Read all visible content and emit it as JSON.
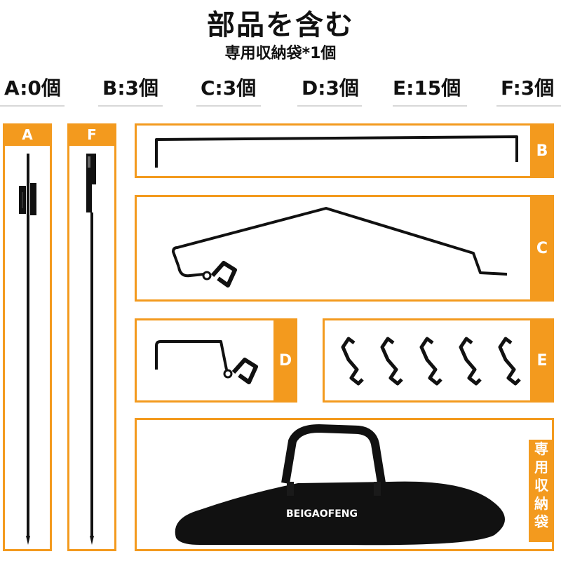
{
  "header": {
    "title": "部品を含む",
    "subtitle": "専用収納袋*1個"
  },
  "counts": [
    {
      "label": "A:0個"
    },
    {
      "label": "B:3個"
    },
    {
      "label": "C:3個"
    },
    {
      "label": "D:3個"
    },
    {
      "label": "E:15個"
    },
    {
      "label": "F:3個"
    }
  ],
  "panels": {
    "a": {
      "tag": "A",
      "icon": "stake-pole-icon"
    },
    "f": {
      "tag": "F",
      "icon": "stake-pole-connector-icon"
    },
    "b": {
      "tag": "B",
      "icon": "straight-crossbar-icon"
    },
    "c": {
      "tag": "C",
      "icon": "bent-hanger-bar-icon"
    },
    "d": {
      "tag": "D",
      "icon": "short-hook-bar-icon"
    },
    "e": {
      "tag": "E",
      "icon": "s-hook-icon"
    },
    "bag": {
      "tag": "専用収納袋",
      "tag_chars": [
        "専",
        "用",
        "収",
        "納",
        "袋"
      ],
      "brand": "BEIGAOFENG",
      "icon": "carry-bag-icon"
    }
  },
  "colors": {
    "accent": "#f39a1e",
    "metal": "#111111"
  }
}
